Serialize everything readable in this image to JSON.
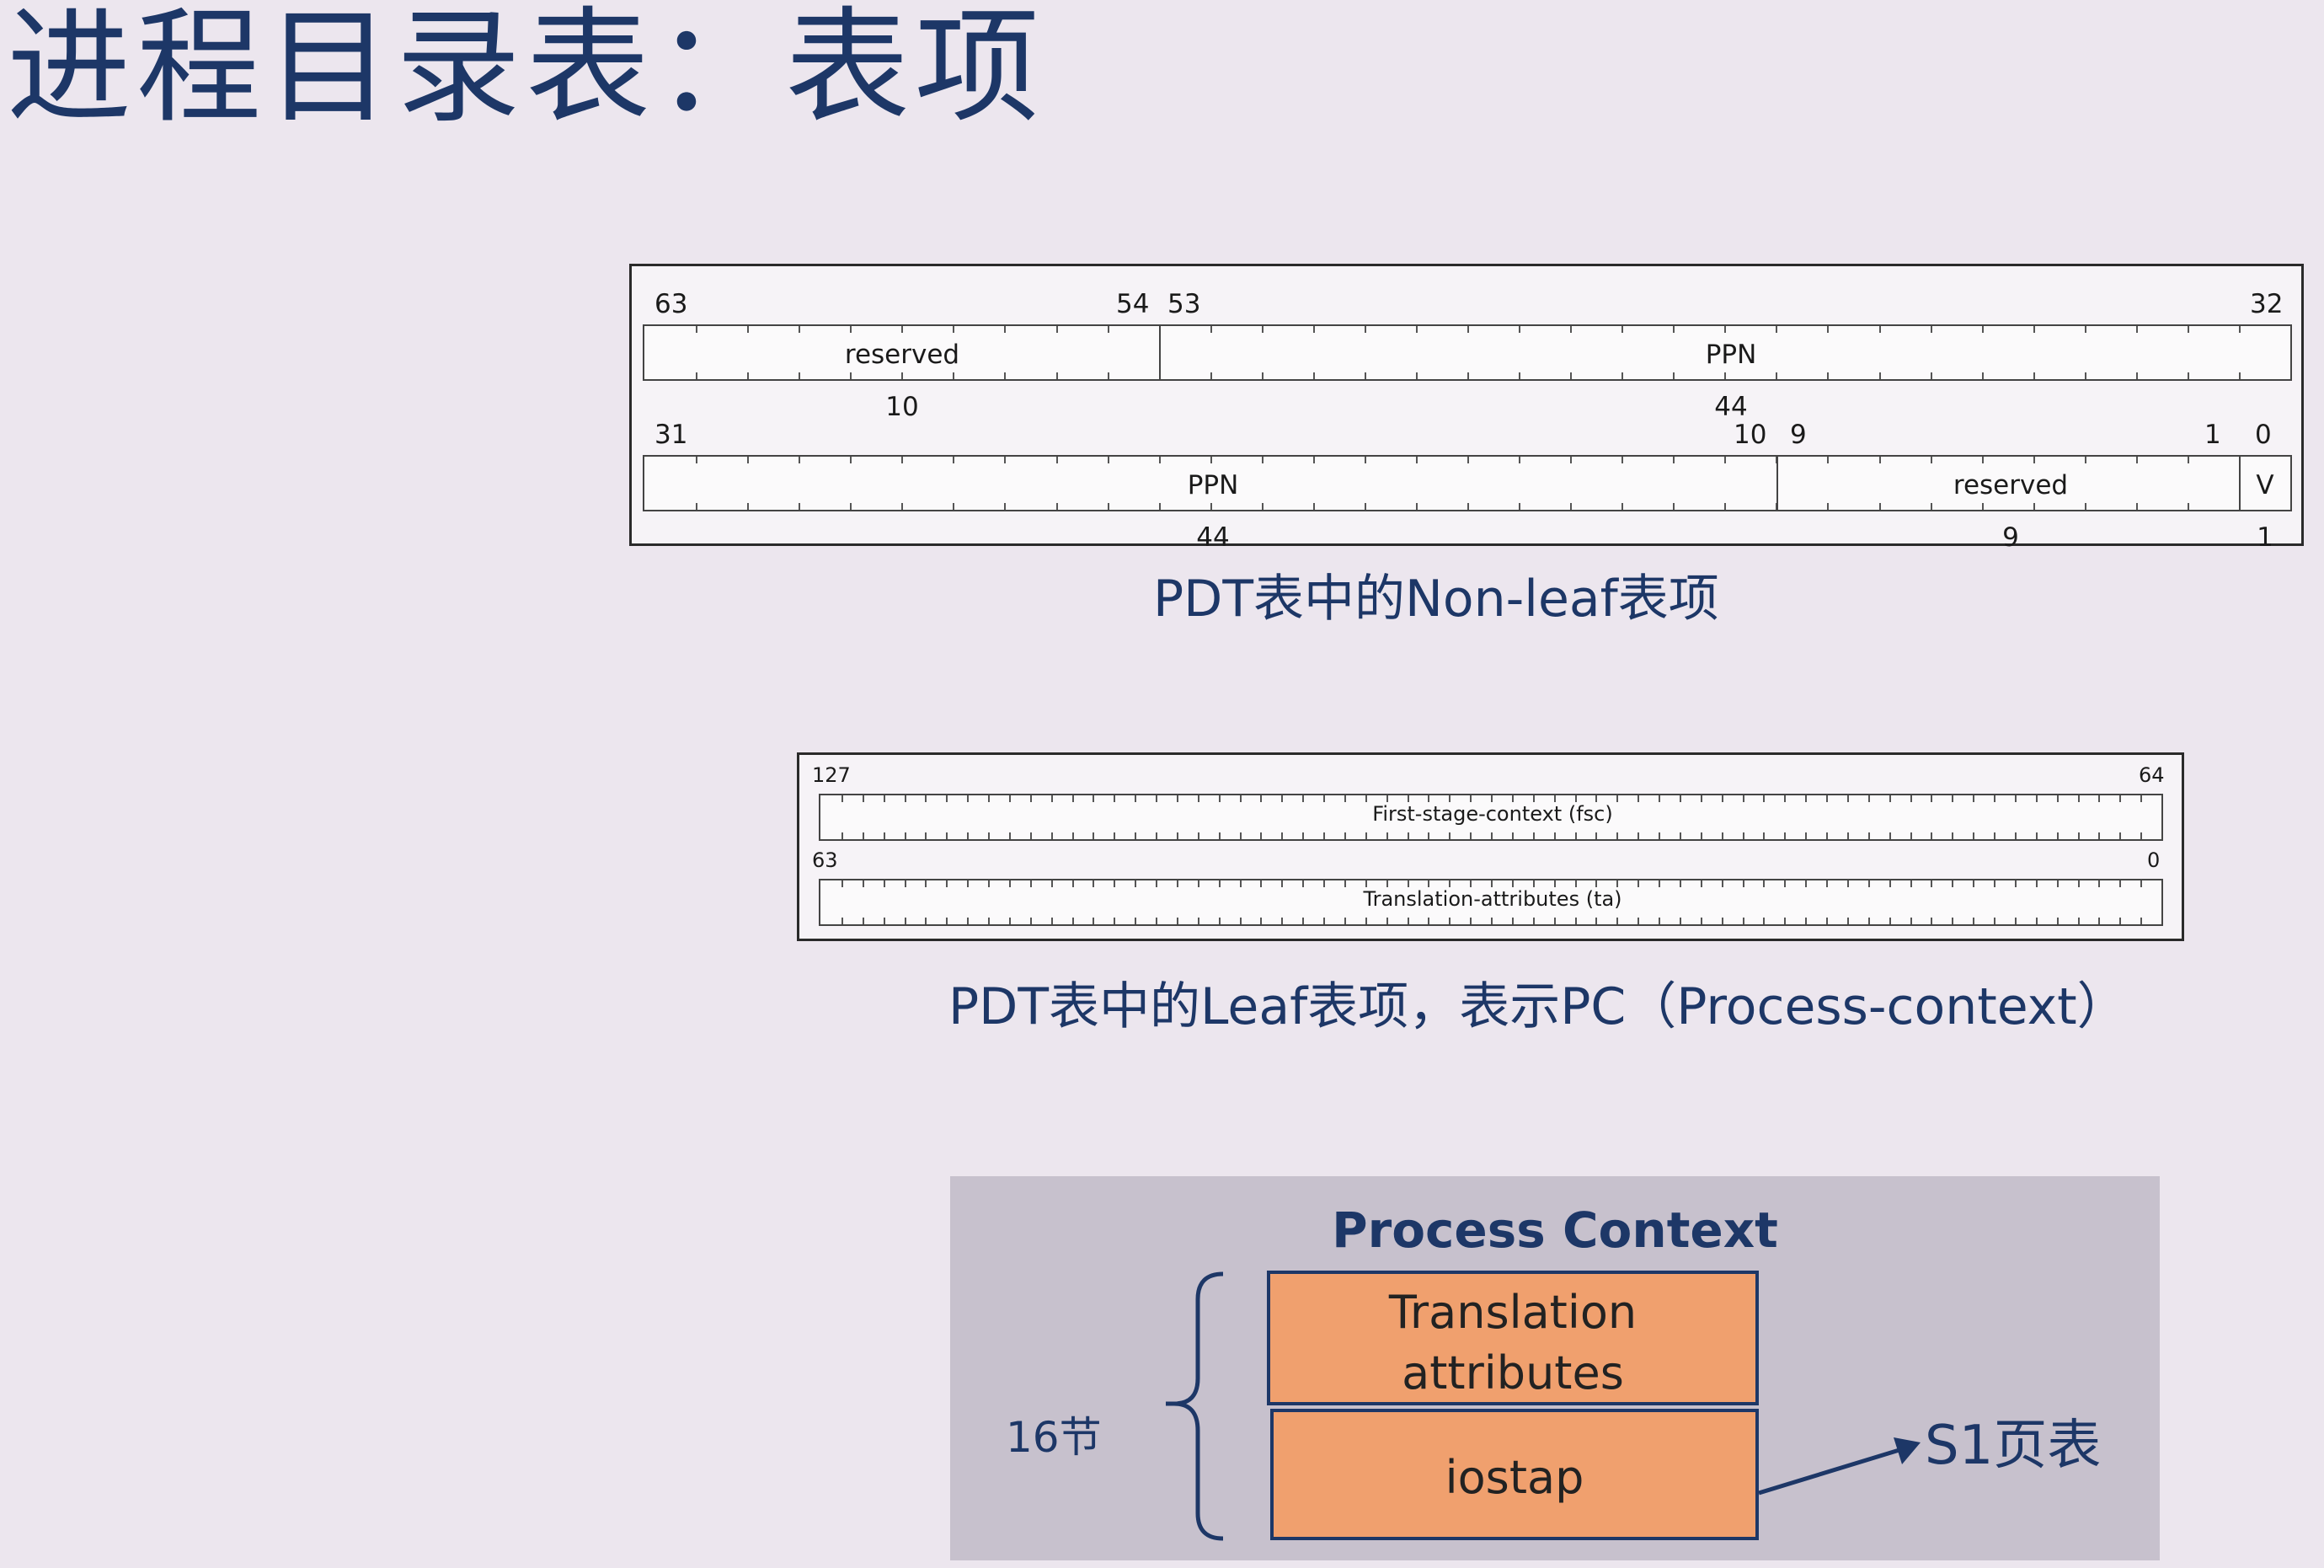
{
  "slide": {
    "title": "进程目录表：表项"
  },
  "nonleaf": {
    "caption": "PDT表中的Non-leaf表项",
    "row_upper": {
      "bits": {
        "b63": "63",
        "b54": "54",
        "b53": "53",
        "b32": "32"
      },
      "fields": [
        {
          "label": "reserved",
          "width": "10"
        },
        {
          "label": "PPN",
          "width": "44"
        }
      ]
    },
    "row_lower": {
      "bits": {
        "b31": "31",
        "b10": "10",
        "b9": "9",
        "b1": "1",
        "b0": "0"
      },
      "fields": [
        {
          "label": "PPN",
          "width": "44"
        },
        {
          "label": "reserved",
          "width": "9"
        },
        {
          "label": "V",
          "width": "1"
        }
      ]
    }
  },
  "leaf": {
    "caption": "PDT表中的Leaf表项，表示PC（Process-context）",
    "row_upper": {
      "bits": {
        "hi": "127",
        "lo": "64"
      },
      "label": "First-stage-context (fsc)"
    },
    "row_lower": {
      "bits": {
        "hi": "63",
        "lo": "0"
      },
      "label": "Translation-attributes (ta)"
    }
  },
  "process_context": {
    "title": "Process Context",
    "blocks": [
      {
        "label": "Translation attributes"
      },
      {
        "label": "iostap"
      }
    ],
    "size_label": "16节",
    "target_label": "S1页表",
    "colors": {
      "panel": "#c7c1cd",
      "block_fill": "#f0a06e",
      "accent": "#1d3767"
    }
  }
}
